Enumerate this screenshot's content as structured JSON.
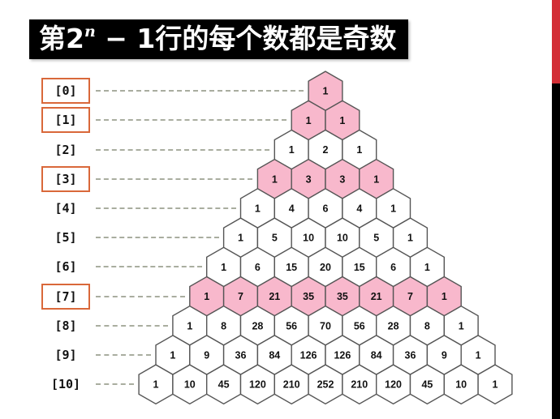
{
  "title": {
    "prefix": "第2",
    "superscript": "n",
    "suffix": " − 1行的每个数都是奇数"
  },
  "colors": {
    "highlight_fill": "#f8b8cc",
    "normal_fill": "#ffffff",
    "hex_stroke": "#555555",
    "label_box_border": "#d9683a",
    "dash_color": "#a9ad9f",
    "side_bar_red": "#d32f36",
    "side_bar_black": "#000000"
  },
  "rows": [
    {
      "label": "[0]",
      "highlighted": true,
      "values": [
        1
      ]
    },
    {
      "label": "[1]",
      "highlighted": true,
      "values": [
        1,
        1
      ]
    },
    {
      "label": "[2]",
      "highlighted": false,
      "values": [
        1,
        2,
        1
      ]
    },
    {
      "label": "[3]",
      "highlighted": true,
      "values": [
        1,
        3,
        3,
        1
      ]
    },
    {
      "label": "[4]",
      "highlighted": false,
      "values": [
        1,
        4,
        6,
        4,
        1
      ]
    },
    {
      "label": "[5]",
      "highlighted": false,
      "values": [
        1,
        5,
        10,
        10,
        5,
        1
      ]
    },
    {
      "label": "[6]",
      "highlighted": false,
      "values": [
        1,
        6,
        15,
        20,
        15,
        6,
        1
      ]
    },
    {
      "label": "[7]",
      "highlighted": true,
      "values": [
        1,
        7,
        21,
        35,
        35,
        21,
        7,
        1
      ]
    },
    {
      "label": "[8]",
      "highlighted": false,
      "values": [
        1,
        8,
        28,
        56,
        70,
        56,
        28,
        8,
        1
      ]
    },
    {
      "label": "[9]",
      "highlighted": false,
      "values": [
        1,
        9,
        36,
        84,
        126,
        126,
        84,
        36,
        9,
        1
      ]
    },
    {
      "label": "[10]",
      "highlighted": false,
      "values": [
        1,
        10,
        45,
        120,
        210,
        252,
        210,
        120,
        45,
        10,
        1
      ]
    }
  ]
}
